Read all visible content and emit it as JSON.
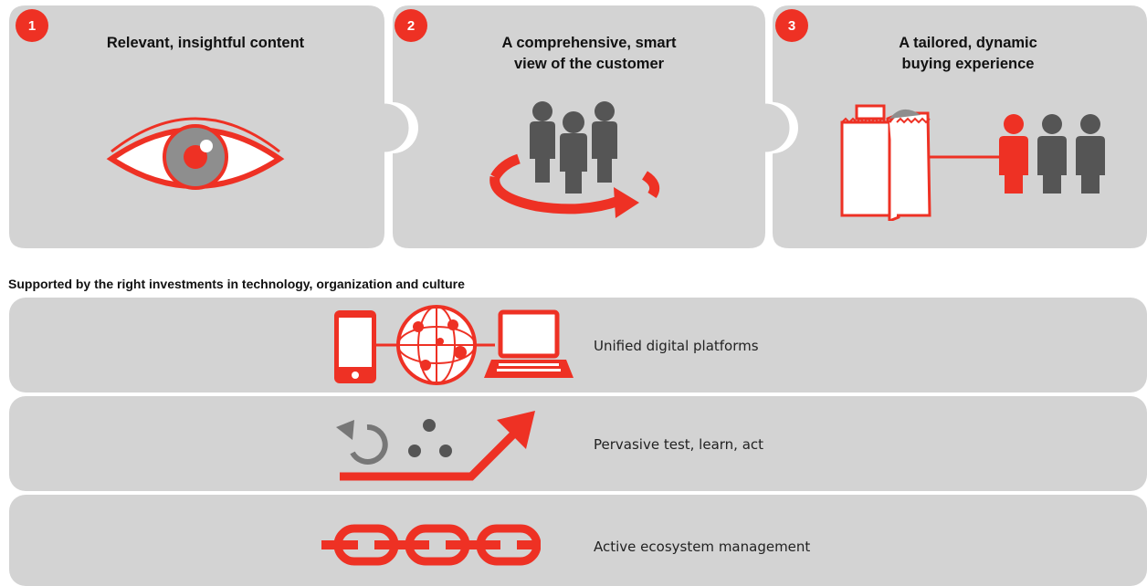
{
  "pillars": [
    {
      "number": "1",
      "title_lines": [
        "Relevant, insightful content"
      ],
      "icon": "eye-icon"
    },
    {
      "number": "2",
      "title_lines": [
        "A comprehensive, smart",
        "view of the customer"
      ],
      "icon": "customers-rotation-icon"
    },
    {
      "number": "3",
      "title_lines": [
        "A tailored, dynamic",
        "buying experience"
      ],
      "icon": "shopping-bag-customers-icon"
    }
  ],
  "foundation_caption": "Supported by the right investments in technology, organization and culture",
  "foundations": [
    {
      "label": "Unified digital platforms",
      "icon": "devices-network-icon"
    },
    {
      "label": "Pervasive test, learn, act",
      "icon": "test-learn-arrow-icon"
    },
    {
      "label": "Active ecosystem management",
      "icon": "chain-icon"
    }
  ],
  "colors": {
    "accent": "#ee3124",
    "panel": "#d3d3d3",
    "figure": "#555555"
  }
}
